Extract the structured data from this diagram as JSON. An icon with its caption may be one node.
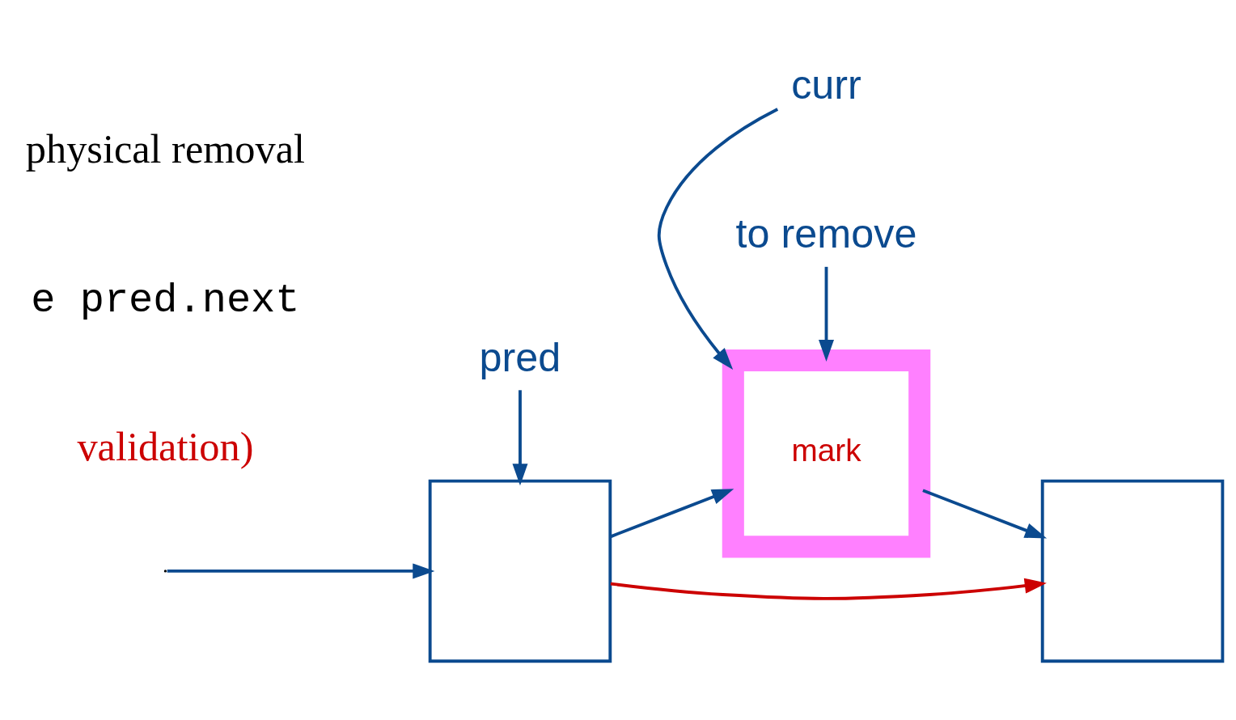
{
  "diagram": {
    "nodes": [
      {
        "text": [],
        "shape": "box"
      },
      {
        "text": [
          "mark"
        ]
      },
      {
        "text": [],
        "shape": "box"
      },
      {
        "text": [
          "pred"
        ]
      },
      {
        "text": [
          "curr"
        ]
      },
      {
        "text": [
          "to remove"
        ]
      }
    ],
    "edges": [
      {
        "from": null,
        "to": 0,
        "arrow": "to"
      },
      {
        "from": 0,
        "to": 1,
        "arrow": "to"
      },
      {
        "from": 1,
        "to": 2,
        "arrow": "to"
      },
      {
        "from": 0,
        "to": 2,
        "arrow": "to",
        "color": "#cc0000"
      },
      {
        "from": 3,
        "to": 0,
        "arrow": "to"
      },
      {
        "from": 4,
        "to": 1,
        "arrow": "to"
      },
      {
        "from": 5,
        "to": 1,
        "arrow": "to"
      }
    ],
    "labels": [
      "physical removal",
      "e pred.next",
      "validation)"
    ]
  }
}
